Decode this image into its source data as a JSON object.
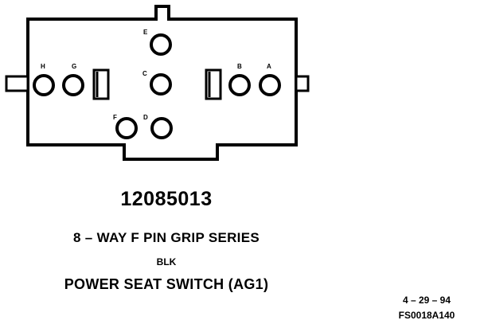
{
  "connector": {
    "part_number": "12085013",
    "series": "8 – WAY F PIN GRIP SERIES",
    "color_code": "BLK",
    "function": "POWER SEAT SWITCH (AG1)"
  },
  "pins": [
    {
      "id": "pin-e",
      "label": "E"
    },
    {
      "id": "pin-h",
      "label": "H"
    },
    {
      "id": "pin-g",
      "label": "G"
    },
    {
      "id": "pin-c",
      "label": "C"
    },
    {
      "id": "pin-b",
      "label": "B"
    },
    {
      "id": "pin-a",
      "label": "A"
    },
    {
      "id": "pin-f",
      "label": "F"
    },
    {
      "id": "pin-d",
      "label": "D"
    }
  ],
  "reference": {
    "date": "4 – 29 – 94",
    "code": "FS0018A140"
  },
  "colors": {
    "ink": "#000000",
    "paper": "#ffffff"
  }
}
